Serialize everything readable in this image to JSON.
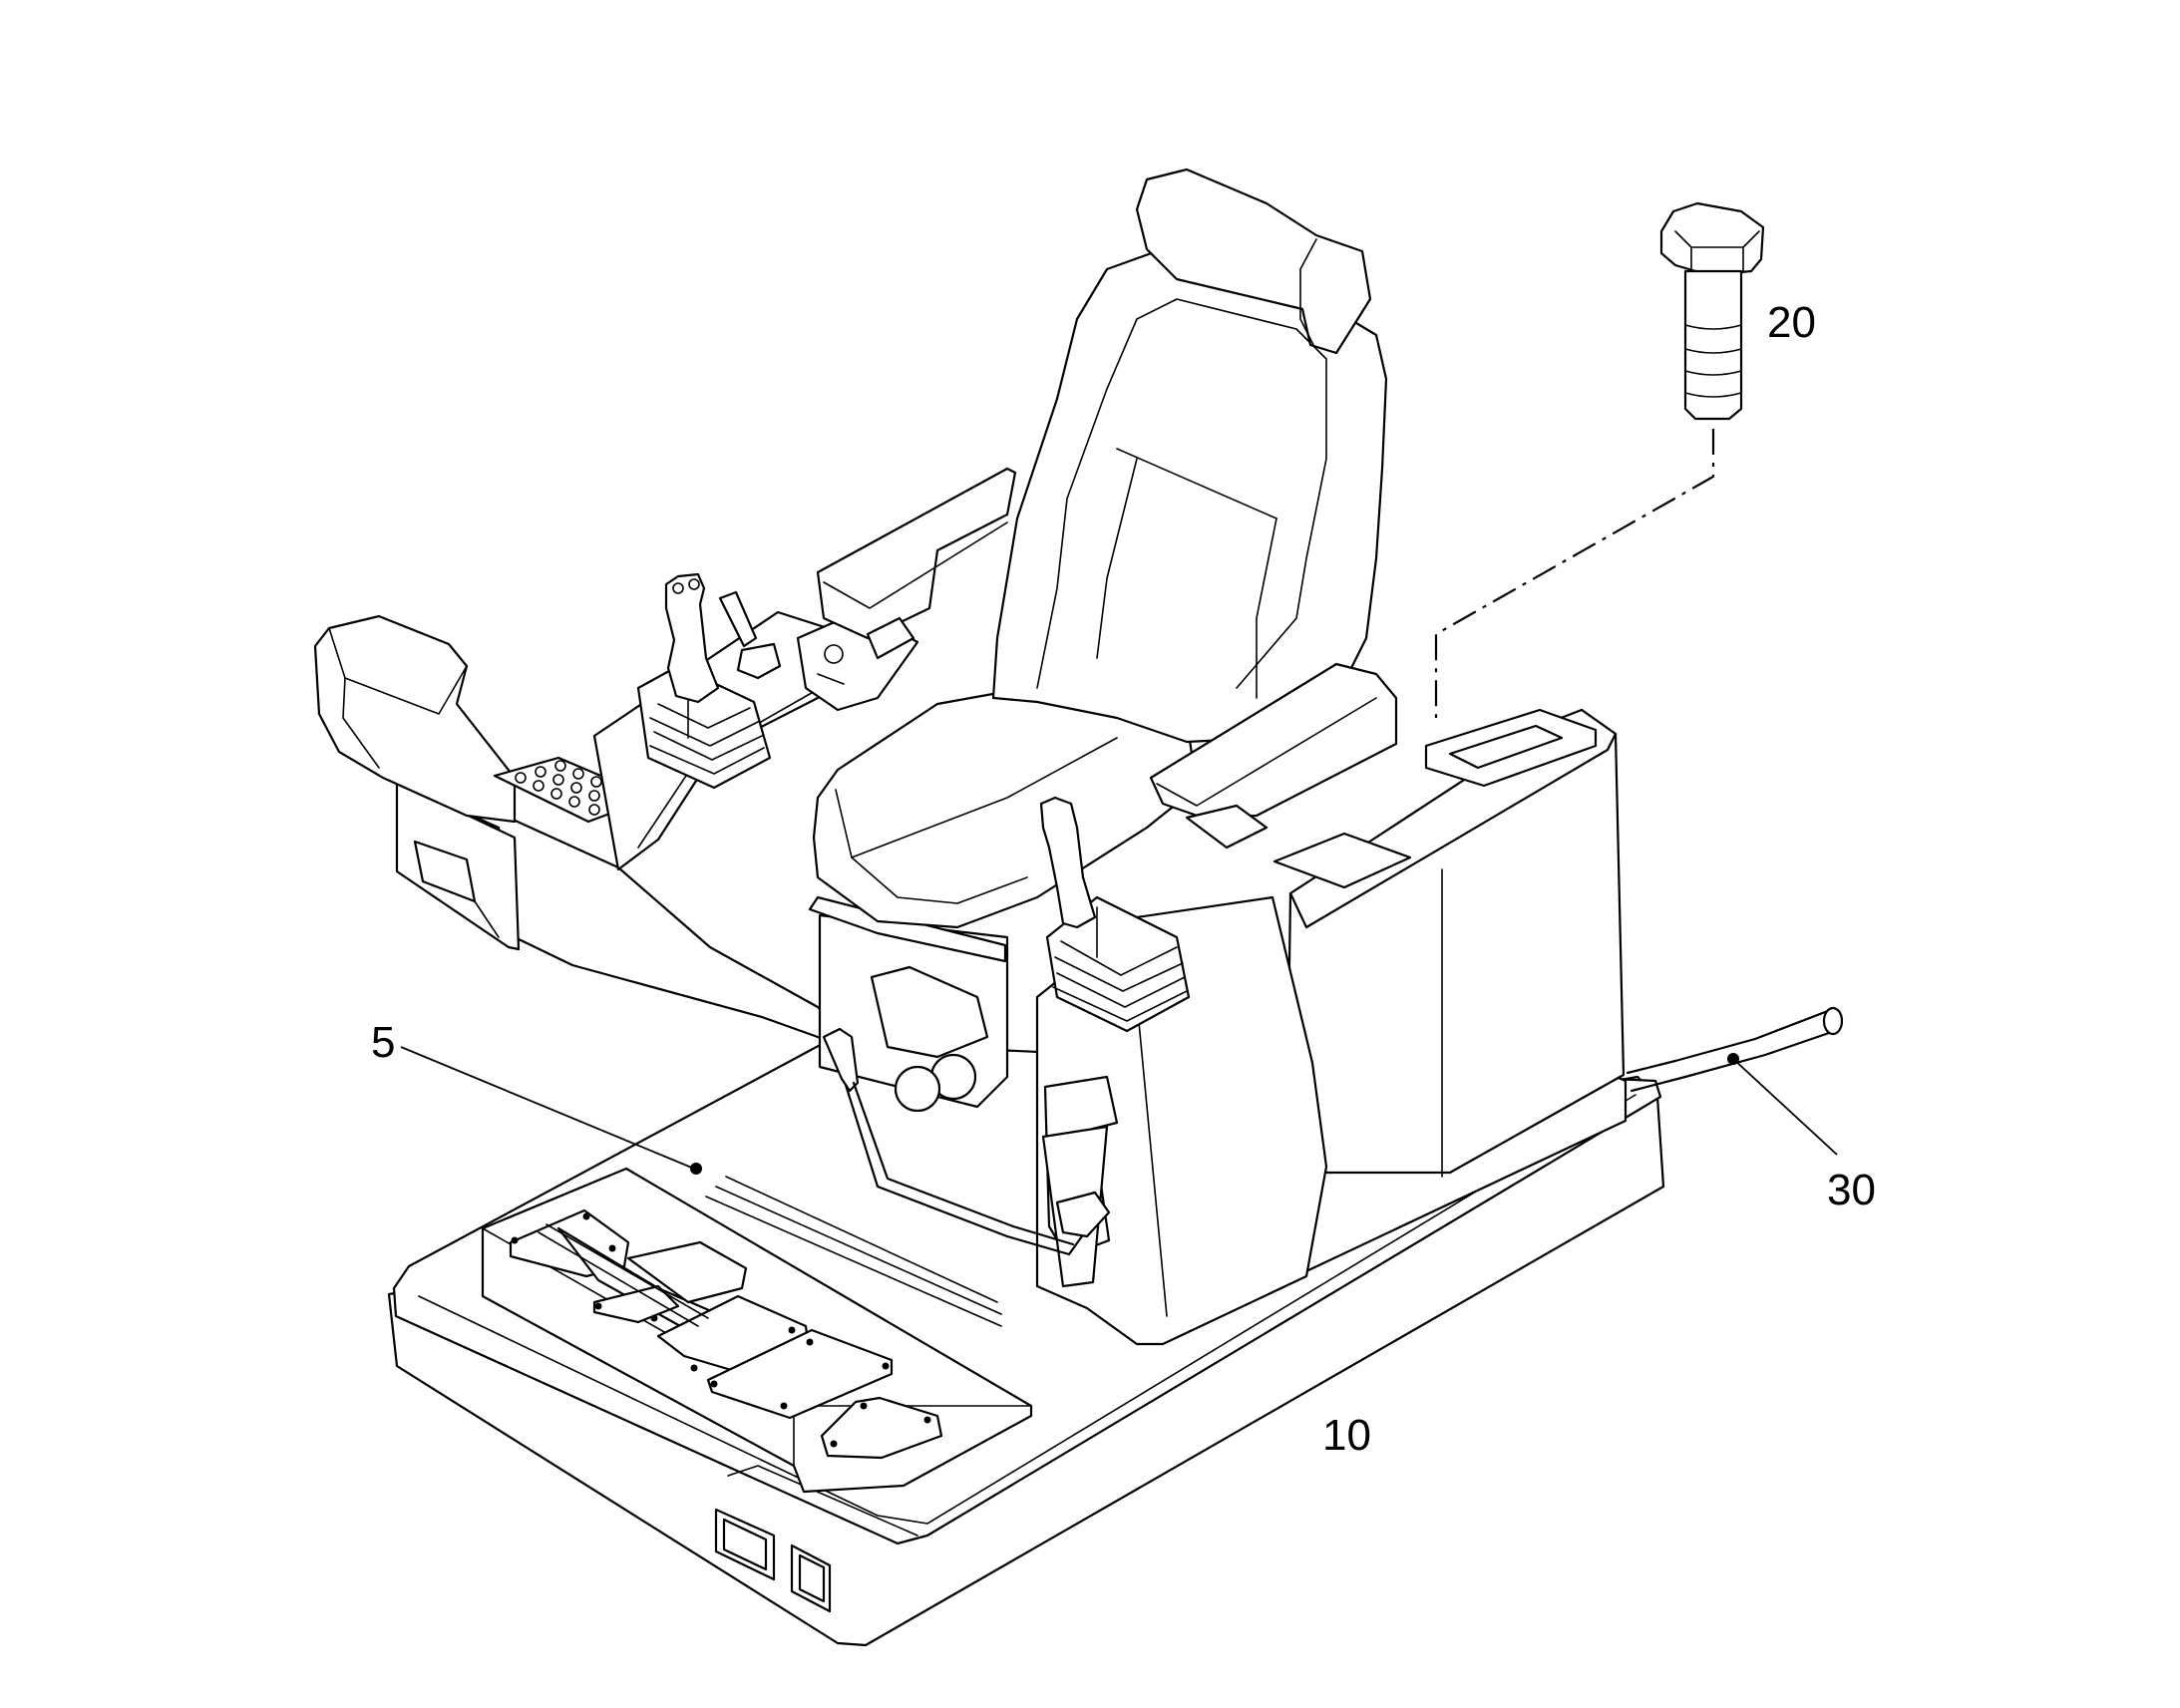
{
  "callouts": {
    "part_5": "5",
    "part_10": "10",
    "part_20": "20",
    "part_30": "30"
  },
  "colors": {
    "line": "#000000",
    "background": "#ffffff"
  }
}
